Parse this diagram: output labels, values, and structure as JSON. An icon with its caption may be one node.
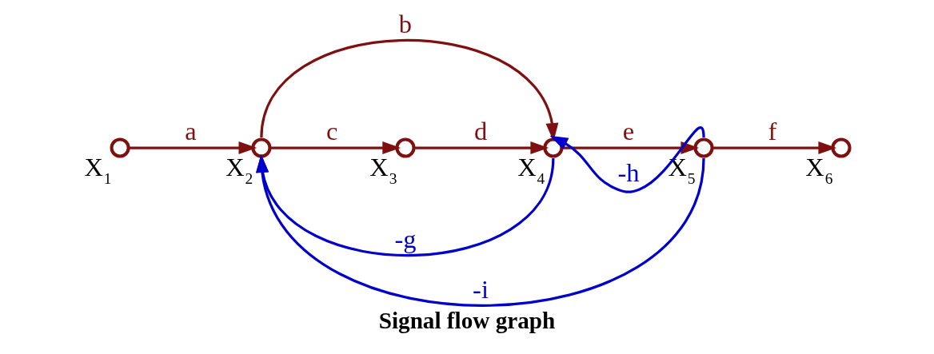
{
  "diagram": {
    "caption": "Signal flow graph",
    "nodes": [
      {
        "text": [],
        "shape": "circle",
        "beside": [
          "X$_{1}$"
        ]
      },
      {
        "text": [],
        "shape": "circle",
        "beside": [
          "X$_{2}$"
        ]
      },
      {
        "text": [],
        "shape": "circle",
        "beside": [
          "X$_{3}$"
        ]
      },
      {
        "text": [],
        "shape": "circle",
        "beside": [
          "X$_{4}$"
        ]
      },
      {
        "text": [],
        "shape": "circle",
        "beside": [
          "X$_{5}$"
        ]
      },
      {
        "text": [],
        "shape": "circle",
        "beside": [
          "X$_{6}$"
        ]
      }
    ],
    "edges": [
      {
        "from": 0,
        "to": 1,
        "arrow": "to",
        "label": "a"
      },
      {
        "from": 1,
        "to": 3,
        "arrow": "to",
        "label": "b"
      },
      {
        "from": 1,
        "to": 2,
        "arrow": "to",
        "label": "c"
      },
      {
        "from": 2,
        "to": 3,
        "arrow": "to",
        "label": "d"
      },
      {
        "from": 3,
        "to": 4,
        "arrow": "to",
        "label": "e"
      },
      {
        "from": 4,
        "to": 3,
        "arrow": "to",
        "label": "-h",
        "color": "#0000cc"
      },
      {
        "from": 4,
        "to": 5,
        "arrow": "to",
        "label": "f"
      },
      {
        "from": 3,
        "to": 1,
        "arrow": "to",
        "label": "-g",
        "color": "#0000cc"
      },
      {
        "from": 4,
        "to": 1,
        "arrow": "to",
        "label": "-i",
        "color": "#0000cc"
      }
    ]
  }
}
